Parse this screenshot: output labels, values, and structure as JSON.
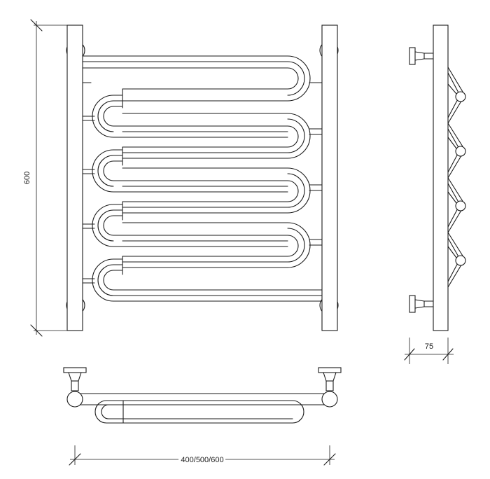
{
  "dimensions": {
    "height_label": "600",
    "depth_label": "75",
    "width_label": "400/500/600"
  },
  "colors": {
    "line": "#1a1a1a",
    "background": "#ffffff"
  }
}
